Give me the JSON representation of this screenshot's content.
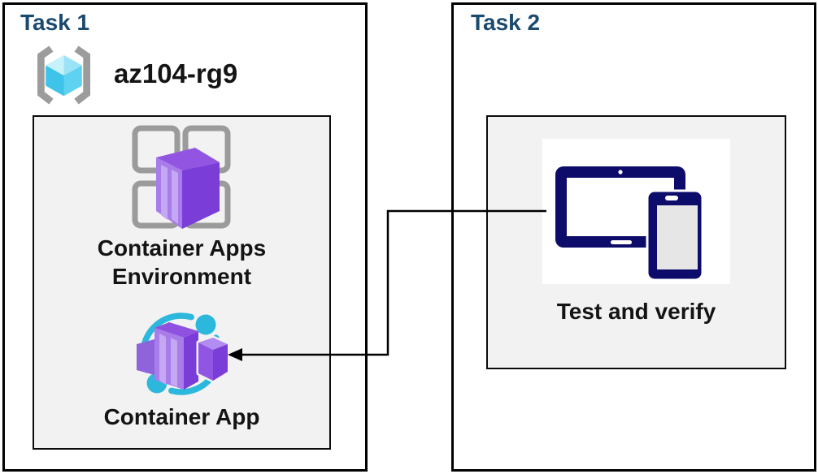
{
  "task1": {
    "title": "Task 1",
    "resource_group": {
      "icon": "azure-resource-group-icon",
      "name": "az104-rg9"
    },
    "environment": {
      "icon": "container-apps-environment-icon",
      "label_line1": "Container Apps",
      "label_line2": "Environment"
    },
    "container_app": {
      "icon": "container-app-icon",
      "label": "Container App"
    }
  },
  "task2": {
    "title": "Task 2",
    "test": {
      "icon": "tablet-and-phone-icon",
      "label": "Test and verify"
    }
  },
  "connector": {
    "type": "elbow-arrow",
    "from": "test-and-verify-box",
    "to": "container-app-icon"
  },
  "colors": {
    "heading": "#1B4A6F",
    "body_text": "#141414",
    "panel_border": "#000000",
    "inner_box_bg": "#F2F2F2",
    "icon_gray": "#9C9C9C",
    "cyan": "#2CB8DC",
    "cube_cyan": "#45C7EC",
    "purple_light": "#A87CE9",
    "purple_dark": "#7B3DD8",
    "device_navy": "#0D0C6B"
  }
}
